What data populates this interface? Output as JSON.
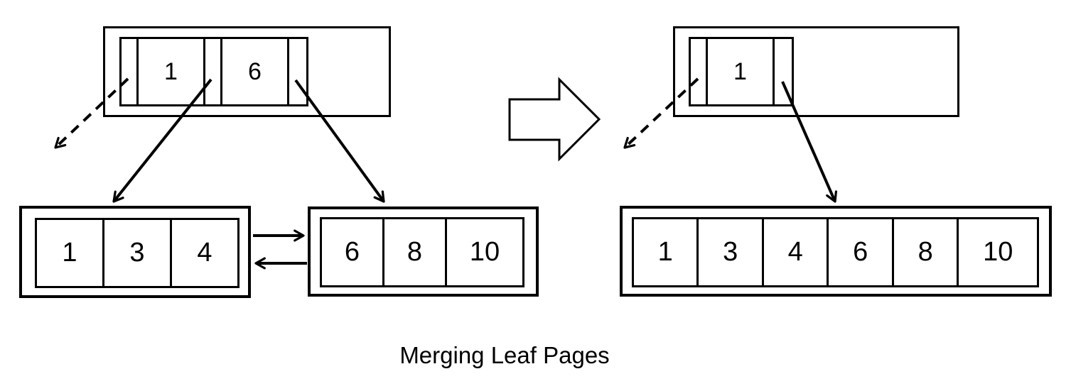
{
  "caption": "Merging Leaf Pages",
  "colors": {
    "stroke": "#000000",
    "background": "#ffffff"
  },
  "diagram": {
    "type": "btree-leaf-merge",
    "before": {
      "root": {
        "keys": [
          "1",
          "6"
        ]
      },
      "leaves": [
        {
          "cells": [
            "1",
            "3",
            "4"
          ]
        },
        {
          "cells": [
            "6",
            "8",
            "10"
          ]
        }
      ],
      "sibling_links": "bidirectional"
    },
    "after": {
      "root": {
        "keys": [
          "1"
        ]
      },
      "leaves": [
        {
          "cells": [
            "1",
            "3",
            "4",
            "6",
            "8",
            "10"
          ]
        }
      ]
    },
    "icons": {
      "transform": "block-arrow-right-icon",
      "child_pointer": "solid-arrow-icon",
      "unused_pointer": "dashed-arrow-icon"
    }
  }
}
